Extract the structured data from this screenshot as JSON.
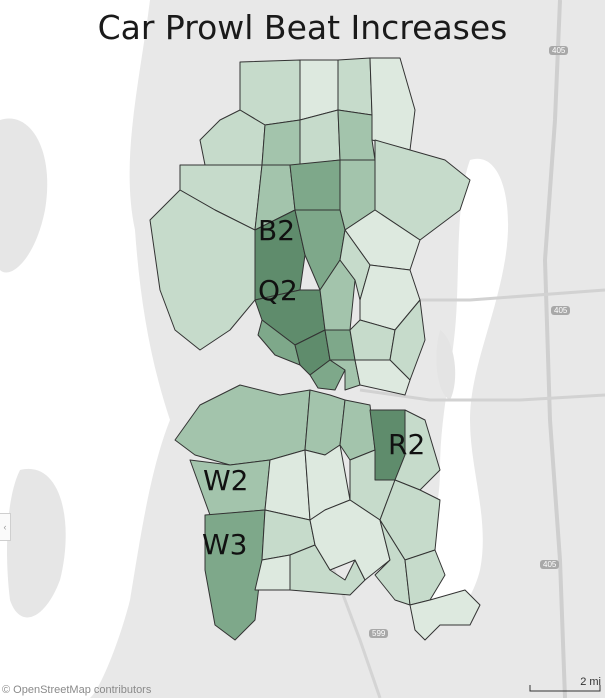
{
  "map": {
    "title": "Car Prowl Beat Increases",
    "beat_labels": [
      {
        "id": "B2",
        "text": "B2"
      },
      {
        "id": "Q2",
        "text": "Q2"
      },
      {
        "id": "R2",
        "text": "R2"
      },
      {
        "id": "W2",
        "text": "W2"
      },
      {
        "id": "W3",
        "text": "W3"
      }
    ],
    "attribution": "© OpenStreetMap contributors",
    "scale_label": "2 mi",
    "highway_shields": [
      "405",
      "405",
      "405",
      "599"
    ],
    "colors": {
      "background": "#e9e9e9",
      "water": "#ffffff",
      "darkest": "#5f8c6c",
      "dark": "#7ea88a",
      "mid": "#a3c4ac",
      "light": "#c6dbcb",
      "lightest": "#dde9df",
      "border": "#333333"
    }
  }
}
